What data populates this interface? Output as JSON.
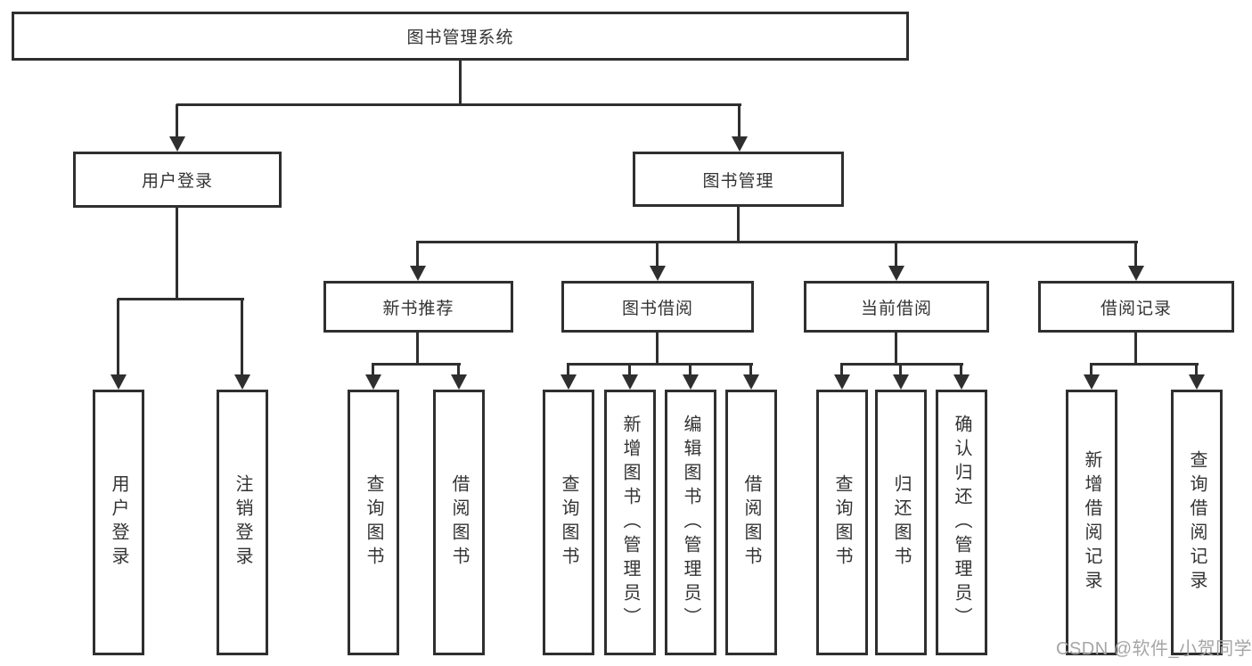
{
  "diagram": {
    "root": {
      "label": "图书管理系统"
    },
    "branches": [
      {
        "label": "用户登录",
        "children": [
          {
            "label": "用户登录"
          },
          {
            "label": "注销登录"
          }
        ]
      },
      {
        "label": "图书管理",
        "groups": [
          {
            "label": "新书推荐",
            "children": [
              {
                "label": "查询图书"
              },
              {
                "label": "借阅图书"
              }
            ]
          },
          {
            "label": "图书借阅",
            "children": [
              {
                "label": "查询图书"
              },
              {
                "label": "新增图书（管理员）"
              },
              {
                "label": "编辑图书（管理员）"
              },
              {
                "label": "借阅图书"
              }
            ]
          },
          {
            "label": "当前借阅",
            "children": [
              {
                "label": "查询图书"
              },
              {
                "label": "归还图书"
              },
              {
                "label": "确认归还（管理员）"
              }
            ]
          },
          {
            "label": "借阅记录",
            "children": [
              {
                "label": "新增借阅记录"
              },
              {
                "label": "查询借阅记录"
              }
            ]
          }
        ]
      }
    ]
  },
  "watermark": {
    "text": "CSDN @软件_小贺同学"
  },
  "colors": {
    "line": "#2f2f2f",
    "text": "#333333",
    "watermark": "#a6a6a6",
    "background": "#ffffff"
  }
}
